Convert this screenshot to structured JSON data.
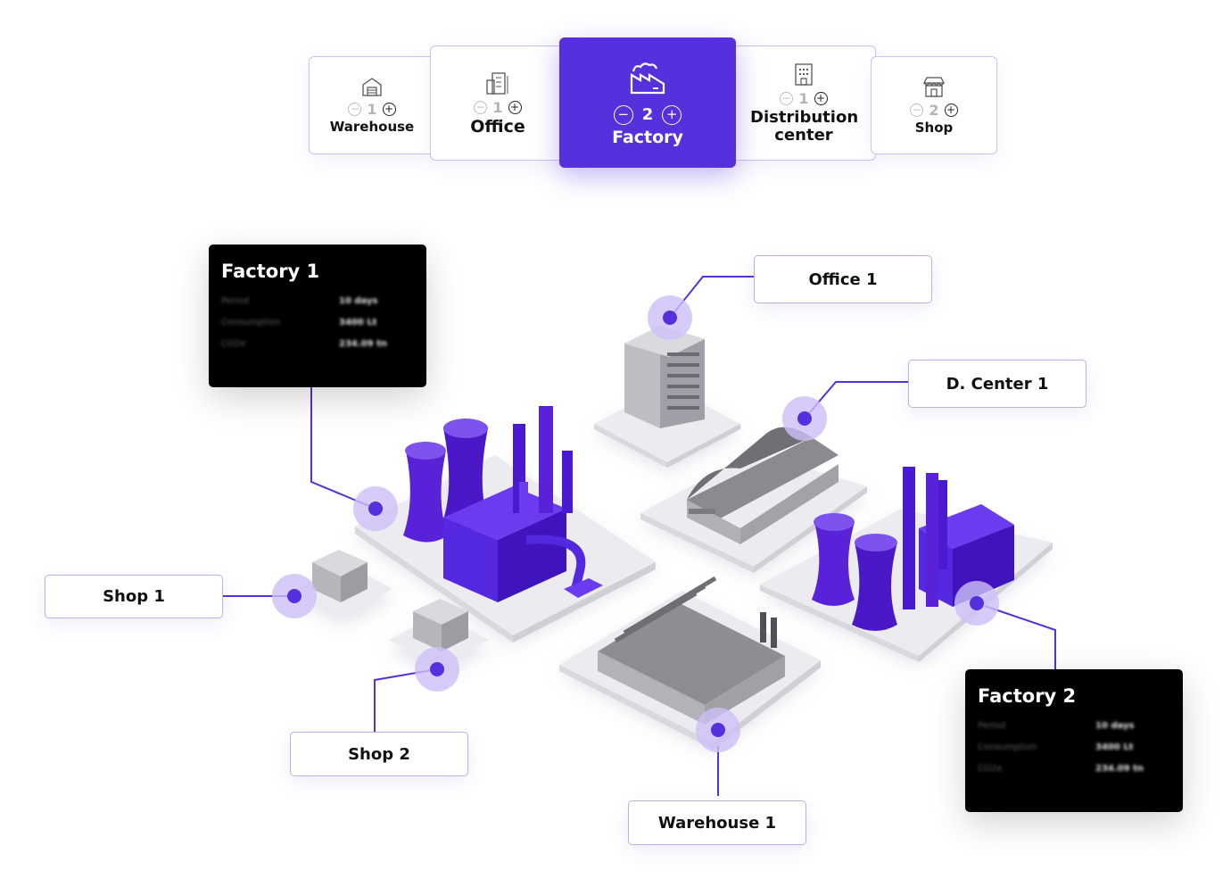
{
  "colors": {
    "accent": "#5630dc",
    "accent_light": "#cdbff7",
    "connector": "#5630dc",
    "card_bg": "#000000",
    "ground": "#e9e9ee",
    "building_gray": "#8d8d92"
  },
  "selector": {
    "items": [
      {
        "label": "Warehouse",
        "count": "1",
        "icon": "warehouse-icon",
        "active": false
      },
      {
        "label": "Office",
        "count": "1",
        "icon": "office-icon",
        "active": false
      },
      {
        "label": "Factory",
        "count": "2",
        "icon": "factory-icon",
        "active": true
      },
      {
        "label": "Distribution center",
        "count": "1",
        "icon": "distribution-center-icon",
        "active": false
      },
      {
        "label": "Shop",
        "count": "2",
        "icon": "shop-icon",
        "active": false
      }
    ],
    "minus_symbol": "−",
    "plus_symbol": "+"
  },
  "map": {
    "labels": {
      "office1": "Office 1",
      "dcenter1": "D. Center 1",
      "shop1": "Shop 1",
      "shop2": "Shop 2",
      "warehouse1": "Warehouse 1"
    },
    "cards": [
      {
        "title": "Factory 1",
        "rows": [
          {
            "key": "Period",
            "value": "10 days"
          },
          {
            "key": "Consumption",
            "value": "3400 Lt"
          },
          {
            "key": "CO2e",
            "value": "234.09 tn"
          }
        ]
      },
      {
        "title": "Factory 2",
        "rows": [
          {
            "key": "Period",
            "value": "10 days"
          },
          {
            "key": "Consumption",
            "value": "3400 Lt"
          },
          {
            "key": "CO2e",
            "value": "234.09 tn"
          }
        ]
      }
    ]
  }
}
